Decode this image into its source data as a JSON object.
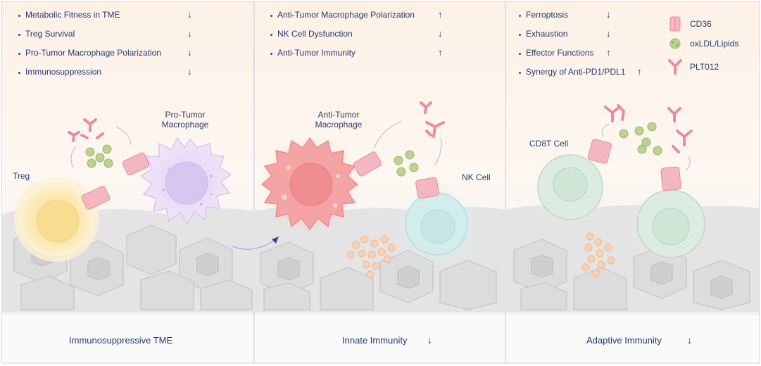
{
  "panels": [
    {
      "bullets": [
        {
          "text": "Metabolic Fitness in TME",
          "arrow": "↓"
        },
        {
          "text": "Treg Survival",
          "arrow": "↓"
        },
        {
          "text": "Pro-Tumor Macrophage Polarization",
          "arrow": "↓"
        },
        {
          "text": "Immunosuppression",
          "arrow": "↓"
        }
      ],
      "cells": {
        "treg": "Treg",
        "pro_tumor_macrophage": "Pro-Tumor\nMacrophage"
      },
      "footer": {
        "label": "Immunosuppressive TME",
        "arrow": ""
      }
    },
    {
      "bullets": [
        {
          "text": "Anti-Tumor Macrophage Polarization",
          "arrow": "↑"
        },
        {
          "text": "NK Cell Dysfunction",
          "arrow": "↓"
        },
        {
          "text": "Anti-Tumor Immunity",
          "arrow": "↑"
        }
      ],
      "cells": {
        "anti_tumor_macrophage": "Anti-Tumor\nMacrophage",
        "nk_cell": "NK Cell"
      },
      "footer": {
        "label": "Innate Immunity",
        "arrow": "↓"
      }
    },
    {
      "bullets": [
        {
          "text": "Ferroptosis",
          "arrow": "↓"
        },
        {
          "text": "Exhaustion",
          "arrow": "↓"
        },
        {
          "text": "Effector Functions",
          "arrow": "↑"
        },
        {
          "text": "Synergy of Anti-PD1/PDL1",
          "arrow": "↑"
        }
      ],
      "cells": {
        "cd8t_cell": "CD8T Cell"
      },
      "footer": {
        "label": "Adaptive Immunity",
        "arrow": "↓"
      }
    }
  ],
  "legend": [
    {
      "label": "CD36",
      "icon": "cd36-receptor-icon"
    },
    {
      "label": "oxLDL/Lipids",
      "icon": "lipid-particle-icon"
    },
    {
      "label": "PLT012",
      "icon": "plt012-antibody-icon"
    }
  ],
  "colors": {
    "background_top": "#fdf3e9",
    "tissue_gray": "#d9d9d9",
    "treg_yellow": "#fbe7a6",
    "pro_macrophage_purple": "#e3d6f1",
    "anti_macrophage_red": "#f39b9b",
    "nk_cell_teal": "#cdeaea",
    "cd8t_green": "#d8eadd",
    "cd36_pink": "#f4b4bf",
    "antibody_pink": "#ee8fa9",
    "lipid_green": "#b9cf8f",
    "text_navy": "#1f3a6e"
  }
}
